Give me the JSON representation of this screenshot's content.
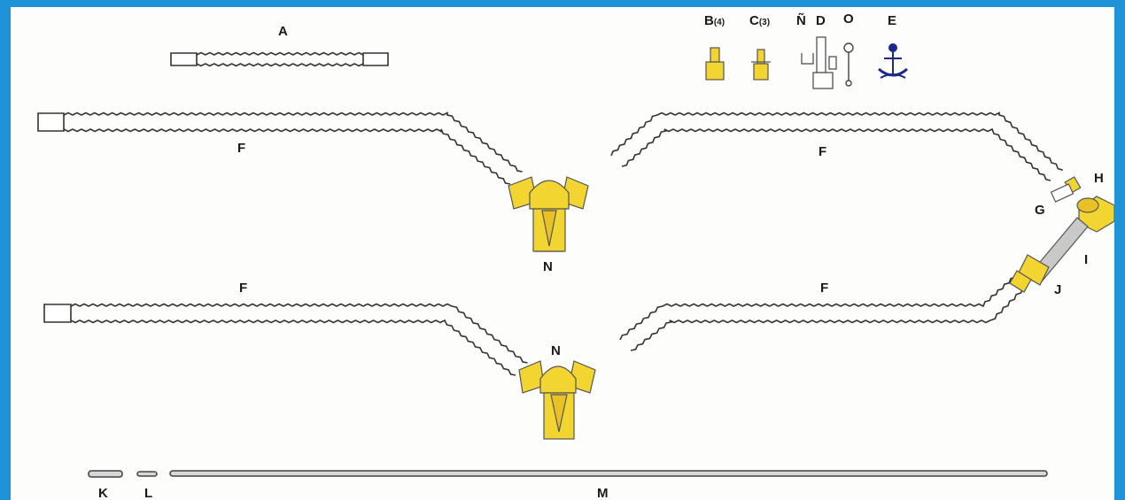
{
  "labels": {
    "A": "A",
    "B": "B",
    "B_count": "(4)",
    "C": "C",
    "C_count": "(3)",
    "Ntilde": "Ñ",
    "D": "D",
    "O": "O",
    "E": "E",
    "F": "F",
    "G": "G",
    "H": "H",
    "I": "I",
    "J": "J",
    "K": "K",
    "L": "L",
    "M": "M",
    "N": "N"
  },
  "colors": {
    "background_frame": "#1f93d8",
    "canvas": "#fdfdfb",
    "connector_fill": "#f2d531",
    "tube_stroke": "#333333",
    "anchor_blue": "#1b2a8a",
    "gray_tube": "#c9c9c9"
  },
  "icons": {
    "E": "anchor-icon",
    "O": "pin-icon",
    "D": "clamp-icon"
  }
}
